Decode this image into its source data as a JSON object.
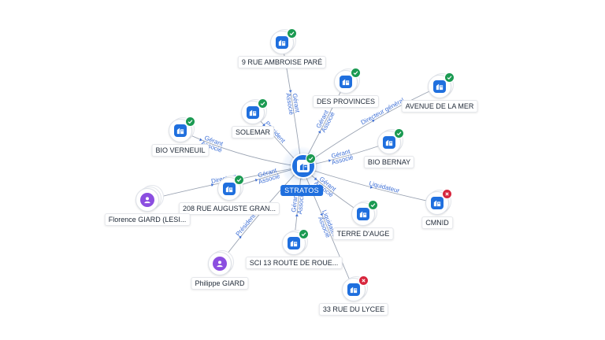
{
  "center": {
    "label": "STRATOS",
    "status": "active"
  },
  "nodes": [
    {
      "id": "n1",
      "label": "9 RUE AMBROISE PARÉ",
      "kind": "company",
      "status": "active",
      "stack": 1
    },
    {
      "id": "n2",
      "label": "DES PROVINCES",
      "kind": "company",
      "status": "active",
      "stack": 1
    },
    {
      "id": "n3",
      "label": "AVENUE DE LA MER",
      "kind": "company",
      "status": "active",
      "stack": 1
    },
    {
      "id": "n4",
      "label": "SOLEMAR",
      "kind": "company",
      "status": "active",
      "stack": 1
    },
    {
      "id": "n5",
      "label": "BIO VERNEUIL",
      "kind": "company",
      "status": "active",
      "stack": 1
    },
    {
      "id": "n6",
      "label": "BIO BERNAY",
      "kind": "company",
      "status": "active",
      "stack": 1
    },
    {
      "id": "n7",
      "label": "208 RUE AUGUSTE GRAN...",
      "kind": "company",
      "status": "active",
      "stack": 1
    },
    {
      "id": "n8",
      "label": "Florence GIARD (LESI...",
      "kind": "person",
      "status": "none",
      "stack": 2
    },
    {
      "id": "n9",
      "label": "CMNID",
      "kind": "company",
      "status": "closed",
      "stack": 1
    },
    {
      "id": "n10",
      "label": "TERRE D'AUGE",
      "kind": "company",
      "status": "active",
      "stack": 1
    },
    {
      "id": "n11",
      "label": "SCI 13 ROUTE DE ROUE...",
      "kind": "company",
      "status": "active",
      "stack": 1
    },
    {
      "id": "n12",
      "label": "Philippe GIARD",
      "kind": "person",
      "status": "none",
      "stack": 1
    },
    {
      "id": "n13",
      "label": "33 RUE DU LYCEE",
      "kind": "company",
      "status": "closed",
      "stack": 1
    }
  ],
  "edges": [
    {
      "to": "n1",
      "labels": [
        "Gérant",
        "Associé"
      ]
    },
    {
      "to": "n2",
      "labels": [
        "Gérant",
        "Associé"
      ]
    },
    {
      "to": "n3",
      "labels": [
        "Directeur général"
      ]
    },
    {
      "to": "n4",
      "labels": [
        "Président"
      ]
    },
    {
      "to": "n5",
      "labels": [
        "Gérant",
        "Associé"
      ]
    },
    {
      "to": "n6",
      "labels": [
        "Gérant",
        "Associé"
      ]
    },
    {
      "to": "n7",
      "labels": [
        "Gérant",
        "Associé"
      ]
    },
    {
      "to": "n8",
      "labels": [
        "Directeur"
      ]
    },
    {
      "to": "n9",
      "labels": [
        "Liquidateur"
      ]
    },
    {
      "to": "n10",
      "labels": [
        "Gérant",
        "Associé"
      ]
    },
    {
      "to": "n11",
      "labels": [
        "Gérant",
        "Associé"
      ]
    },
    {
      "to": "n12",
      "labels": [
        "Président"
      ]
    },
    {
      "to": "n13",
      "labels": [
        "Liquidateur",
        "Associé"
      ]
    }
  ],
  "icons": {
    "company": "building-icon",
    "person": "person-icon",
    "active": "check-icon",
    "closed": "cross-icon"
  },
  "colors": {
    "accent": "#1f6fde",
    "active": "#1b9a52",
    "closed": "#d7263d",
    "person": "#8b4ee0",
    "edge_label": "#3d6fd6"
  }
}
